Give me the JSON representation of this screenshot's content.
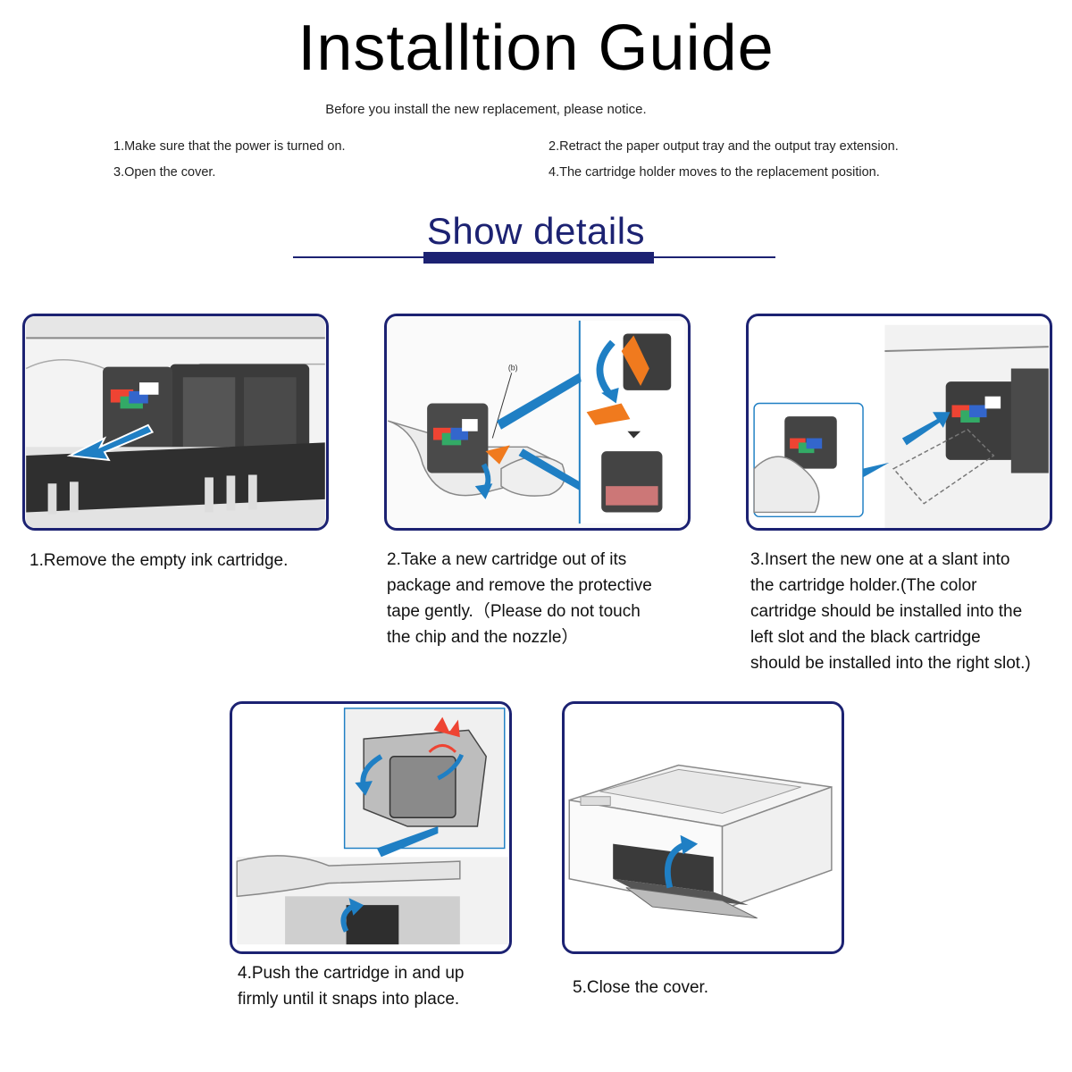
{
  "title": "Installtion Guide",
  "notice": "Before you install the new replacement, please notice.",
  "pre_steps": [
    "1.Make sure that the power is turned on.",
    "2.Retract the paper output tray and the output tray extension.",
    "3.Open the cover.",
    "4.The cartridge holder moves to the replacement position."
  ],
  "section_title": "Show details",
  "steps": [
    {
      "caption_lines": [
        "1.Remove the empty ink cartridge."
      ]
    },
    {
      "caption_lines": [
        "2.Take a new cartridge out of its",
        "package and remove the protective",
        "tape gently.（Please do not touch",
        "the chip and the nozzle）"
      ]
    },
    {
      "caption_lines": [
        "3.Insert the new one at a slant into",
        "the cartridge holder.(The color",
        "cartridge should be installed into the",
        "left slot and the black cartridge",
        "should be installed into the right slot.)"
      ]
    },
    {
      "caption_lines": [
        "4.Push the cartridge in and up",
        "firmly until it snaps into place."
      ]
    },
    {
      "caption_lines": [
        "5.Close the cover."
      ]
    }
  ],
  "callout_label": "(b)",
  "colors": {
    "accent_navy": "#1c2272",
    "arrow_blue": "#1f7fc4",
    "tape_orange": "#f07a1e"
  }
}
